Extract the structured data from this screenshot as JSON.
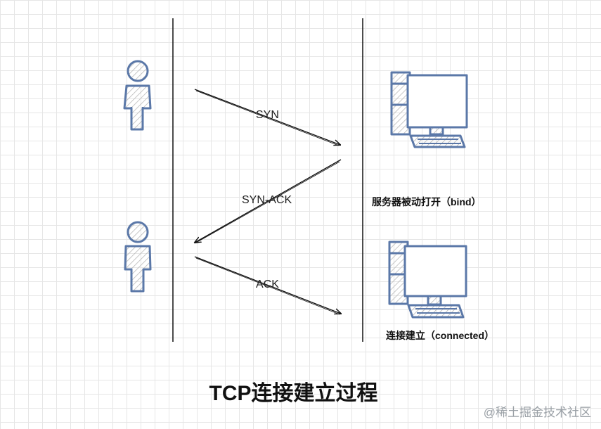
{
  "labels": {
    "syn": "SYN",
    "syn_ack": "SYN-ACK",
    "ack": "ACK"
  },
  "captions": {
    "server_passive_open": "服务器被动打开（bind）",
    "connection_established": "连接建立（connected）"
  },
  "title": "TCP连接建立过程",
  "watermark": "@稀土掘金技术社区",
  "colors": {
    "figure": "#5b78a8",
    "line": "#000000",
    "text": "#111111"
  },
  "icons": {
    "client": "person-icon",
    "server": "computer-icon"
  }
}
